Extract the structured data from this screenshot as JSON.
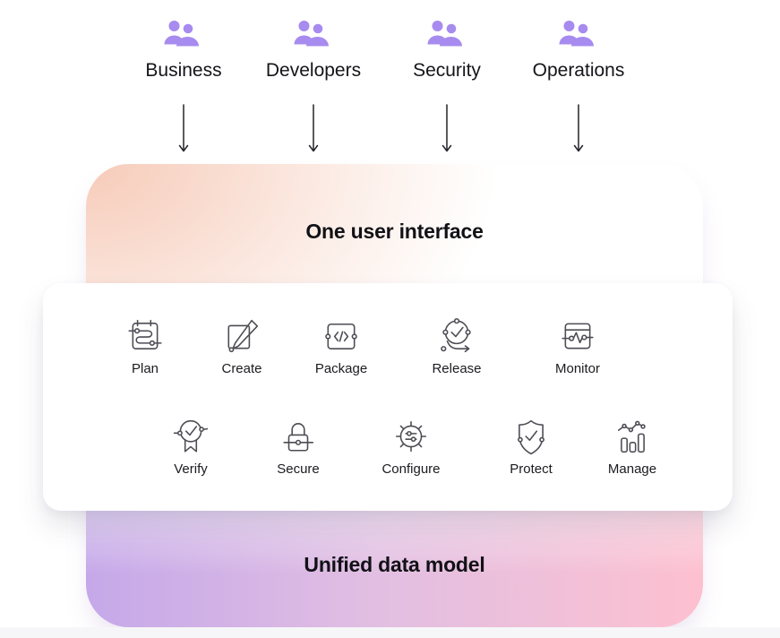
{
  "audiences": [
    {
      "label": "Business",
      "icon": "people-icon"
    },
    {
      "label": "Developers",
      "icon": "people-icon"
    },
    {
      "label": "Security",
      "icon": "people-icon"
    },
    {
      "label": "Operations",
      "icon": "people-icon"
    }
  ],
  "interface_panel": {
    "title": "One user interface"
  },
  "stages_row1": [
    {
      "label": "Plan",
      "icon": "plan-icon"
    },
    {
      "label": "Create",
      "icon": "create-icon"
    },
    {
      "label": "Package",
      "icon": "package-icon"
    },
    {
      "label": "Release",
      "icon": "release-icon"
    },
    {
      "label": "Monitor",
      "icon": "monitor-icon"
    }
  ],
  "stages_row2": [
    {
      "label": "Verify",
      "icon": "verify-icon"
    },
    {
      "label": "Secure",
      "icon": "secure-icon"
    },
    {
      "label": "Configure",
      "icon": "configure-icon"
    },
    {
      "label": "Protect",
      "icon": "protect-icon"
    },
    {
      "label": "Manage",
      "icon": "manage-icon"
    }
  ],
  "data_model_panel": {
    "title": "Unified data model"
  },
  "colors": {
    "people_icon": "#a78bef",
    "peach_gradient": "#f6c8b5",
    "purple_gradient": "#c5a8e9",
    "pink_gradient": "#fdc0d0",
    "icon_stroke": "#4c4c54",
    "text": "#16161a"
  }
}
